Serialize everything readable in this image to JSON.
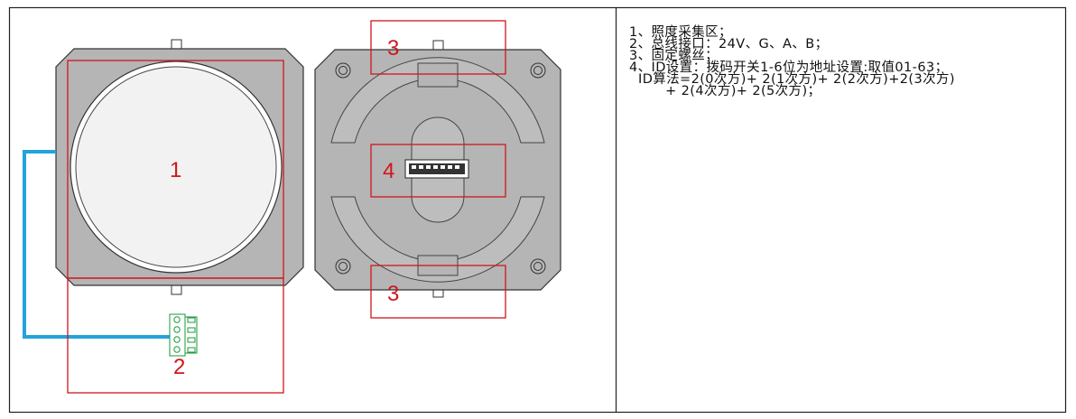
{
  "callouts": [
    "1",
    "2",
    "3",
    "3",
    "4"
  ],
  "notes": [
    "1、照度采集区；",
    "2、总线接口：24V、G、A、B；",
    "3、固定螺丝；",
    "4、ID设置：拨码开关1-6位为地址设置:取值01-63；",
    "  ID算法=2(0次方)+ 2(1次方)+ 2(2次方)+2(3次方)",
    "        + 2(4次方)+ 2(5次方)；"
  ],
  "colors": {
    "callout": "#d0161c",
    "device_body": "#b5b5b5",
    "device_stroke": "#333333",
    "cable": "#23a3dc",
    "terminal": "#1a9a3a",
    "sensor_window": "#f2f2f2"
  },
  "icons": [
    "terminal-block-icon",
    "dip-switch-icon",
    "screw-icon"
  ]
}
